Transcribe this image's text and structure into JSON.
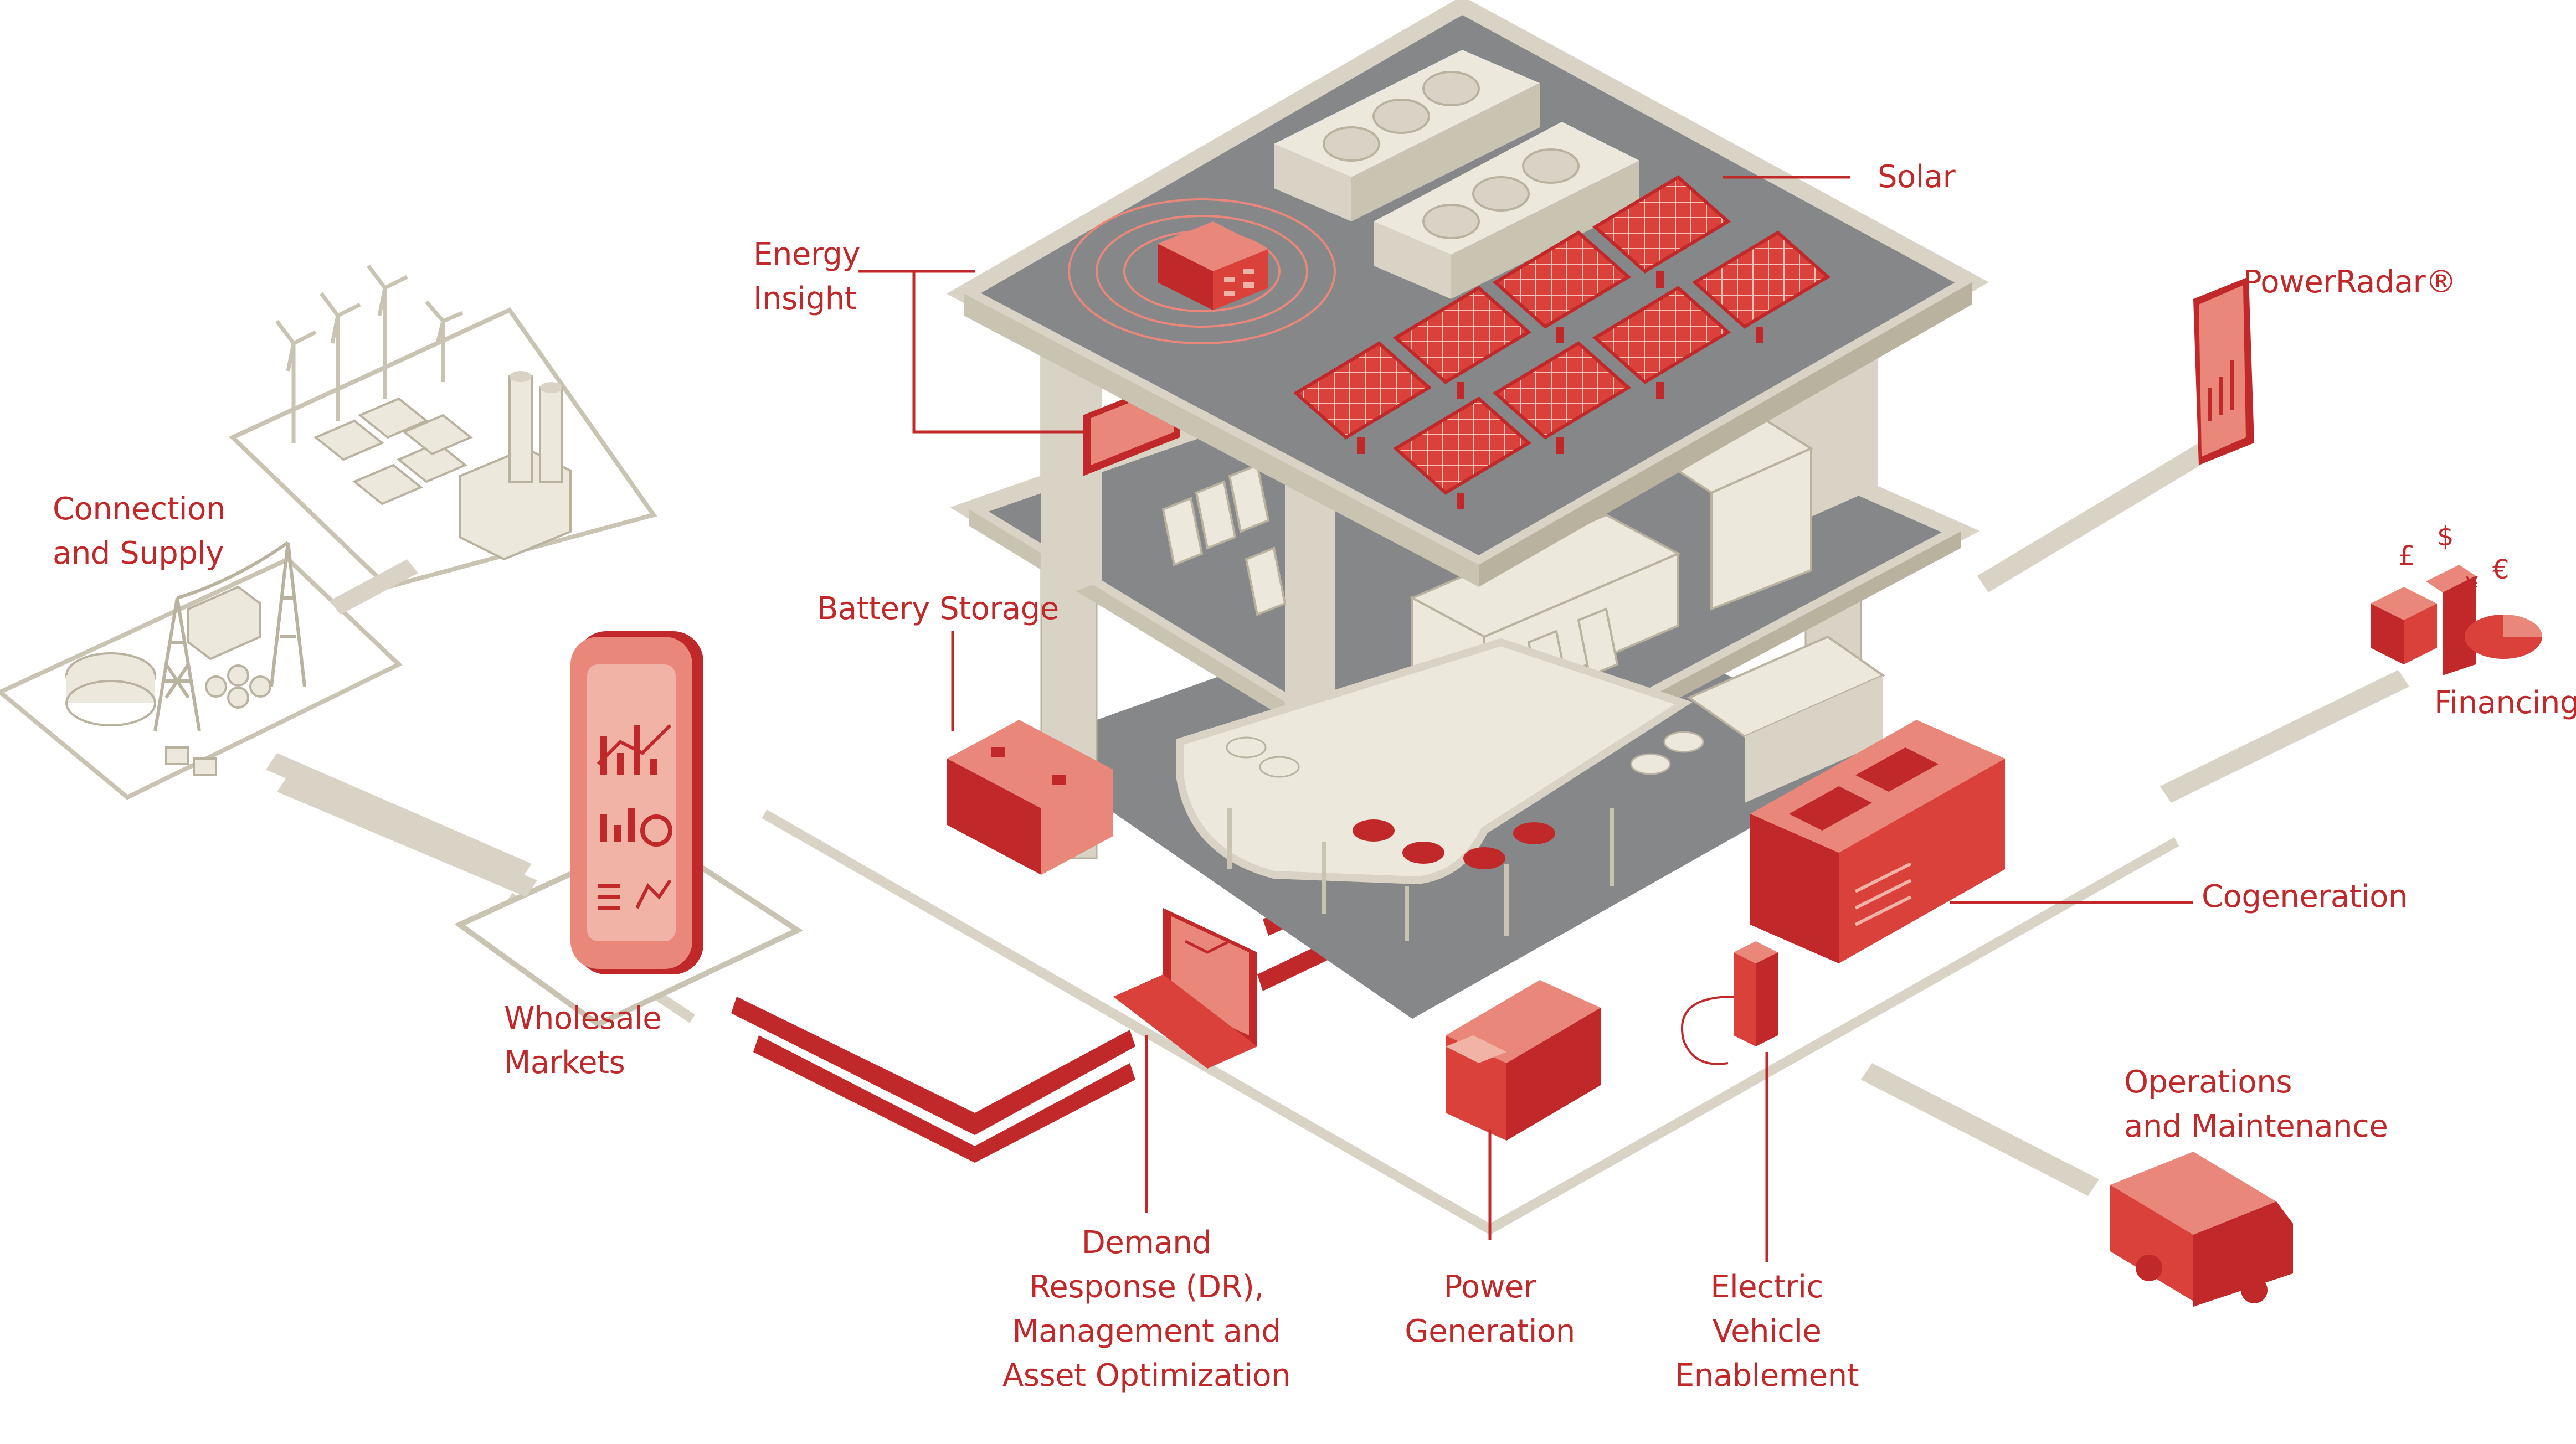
{
  "labels": {
    "solar": "Solar",
    "energy_insight": [
      "Energy",
      "Insight"
    ],
    "powerradar": "PowerRadar®",
    "connection_supply": [
      "Connection",
      "and Supply"
    ],
    "battery_storage": "Battery Storage",
    "financing": "Financing",
    "cogeneration": "Cogeneration",
    "wholesale_markets": [
      "Wholesale",
      "Markets"
    ],
    "operations_maintenance": [
      "Operations",
      "and Maintenance"
    ],
    "demand_response": [
      "Demand",
      "Response (DR),",
      "Management and",
      "Asset Optimization"
    ],
    "power_generation": [
      "Power",
      "Generation"
    ],
    "ev_enablement": [
      "Electric",
      "Vehicle",
      "Enablement"
    ]
  },
  "currency_symbols": [
    "£",
    "$",
    "¥",
    "€"
  ],
  "colors": {
    "accent_red": "#c0282a",
    "light_red": "#e8877a",
    "pale_red": "#f1b3a6",
    "beige": "#d8d3c4",
    "beige_light": "#ece8dc",
    "beige_dark": "#b9b29f",
    "floor_gray": "#858789",
    "line": "#c9c3b1"
  }
}
